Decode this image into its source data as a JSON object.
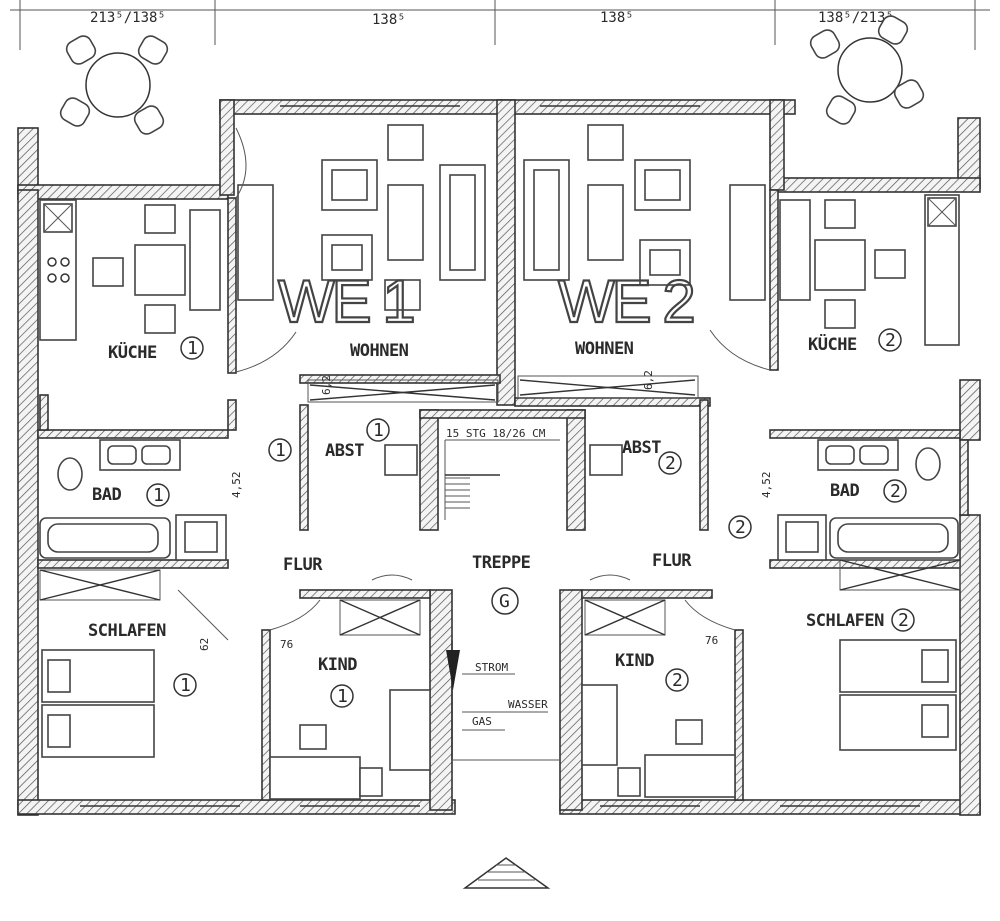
{
  "dimensions": {
    "top_1": "213⁵/138⁵",
    "top_2": "138⁵",
    "top_3": "138⁵",
    "top_4": "138⁵/213⁵"
  },
  "units": {
    "we1": "WE 1",
    "we2": "WE 2"
  },
  "rooms": {
    "kueche_1": "KÜCHE",
    "wohnen_1": "WOHNEN",
    "wohnen_2": "WOHNEN",
    "kueche_2": "KÜCHE",
    "abst_1": "ABST",
    "abst_2": "ABST",
    "bad_1": "BAD",
    "bad_2": "BAD",
    "flur_1": "FLUR",
    "flur_2": "FLUR",
    "treppe": "TREPPE",
    "schlafen_1": "SCHLAFEN",
    "schlafen_2": "SCHLAFEN",
    "kind_1": "KIND",
    "kind_2": "KIND"
  },
  "markers": {
    "one": "1",
    "two": "2",
    "g": "G"
  },
  "stair": "15 STG 18/26 CM",
  "utilities": {
    "strom": "STROM",
    "wasser": "WASSER",
    "gas": "GAS"
  },
  "small_dims": {
    "d1": "4,52",
    "d2": "4,52",
    "d3": "76",
    "d4": "76",
    "d5": "6,2",
    "d6": "6,2",
    "d7": "62"
  }
}
